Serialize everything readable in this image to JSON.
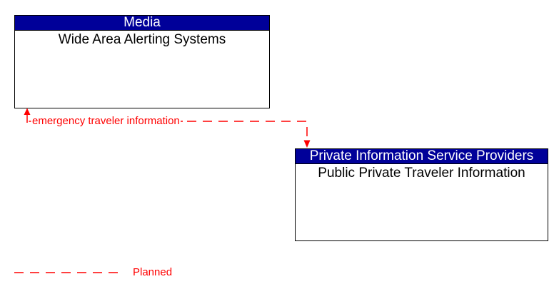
{
  "boxes": [
    {
      "header": "Media",
      "body": "Wide Area Alerting Systems"
    },
    {
      "header": "Private Information Service Providers",
      "body": "Public Private Traveler Information"
    }
  ],
  "flow": {
    "label": "emergency traveler information"
  },
  "legend": {
    "label": "Planned"
  },
  "colors": {
    "header_bg": "#000099",
    "header_text": "#ffffff",
    "flow_red": "#ff0000",
    "box_border": "#000000",
    "body_text": "#000000",
    "background": "#ffffff"
  }
}
